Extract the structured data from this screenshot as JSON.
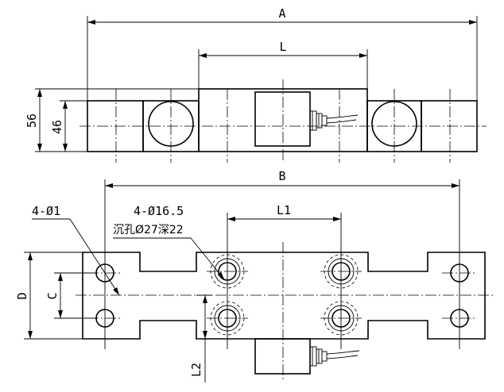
{
  "dimensions": {
    "A": "A",
    "L": "L",
    "h56": "56",
    "h46": "46",
    "B": "B",
    "L1": "L1",
    "D": "D",
    "C": "C",
    "L2": "L2"
  },
  "callouts": {
    "hole_small": "4-Ø1",
    "hole_large": "4-Ø16.5",
    "counterbore": "沉孔Ø27深22"
  }
}
